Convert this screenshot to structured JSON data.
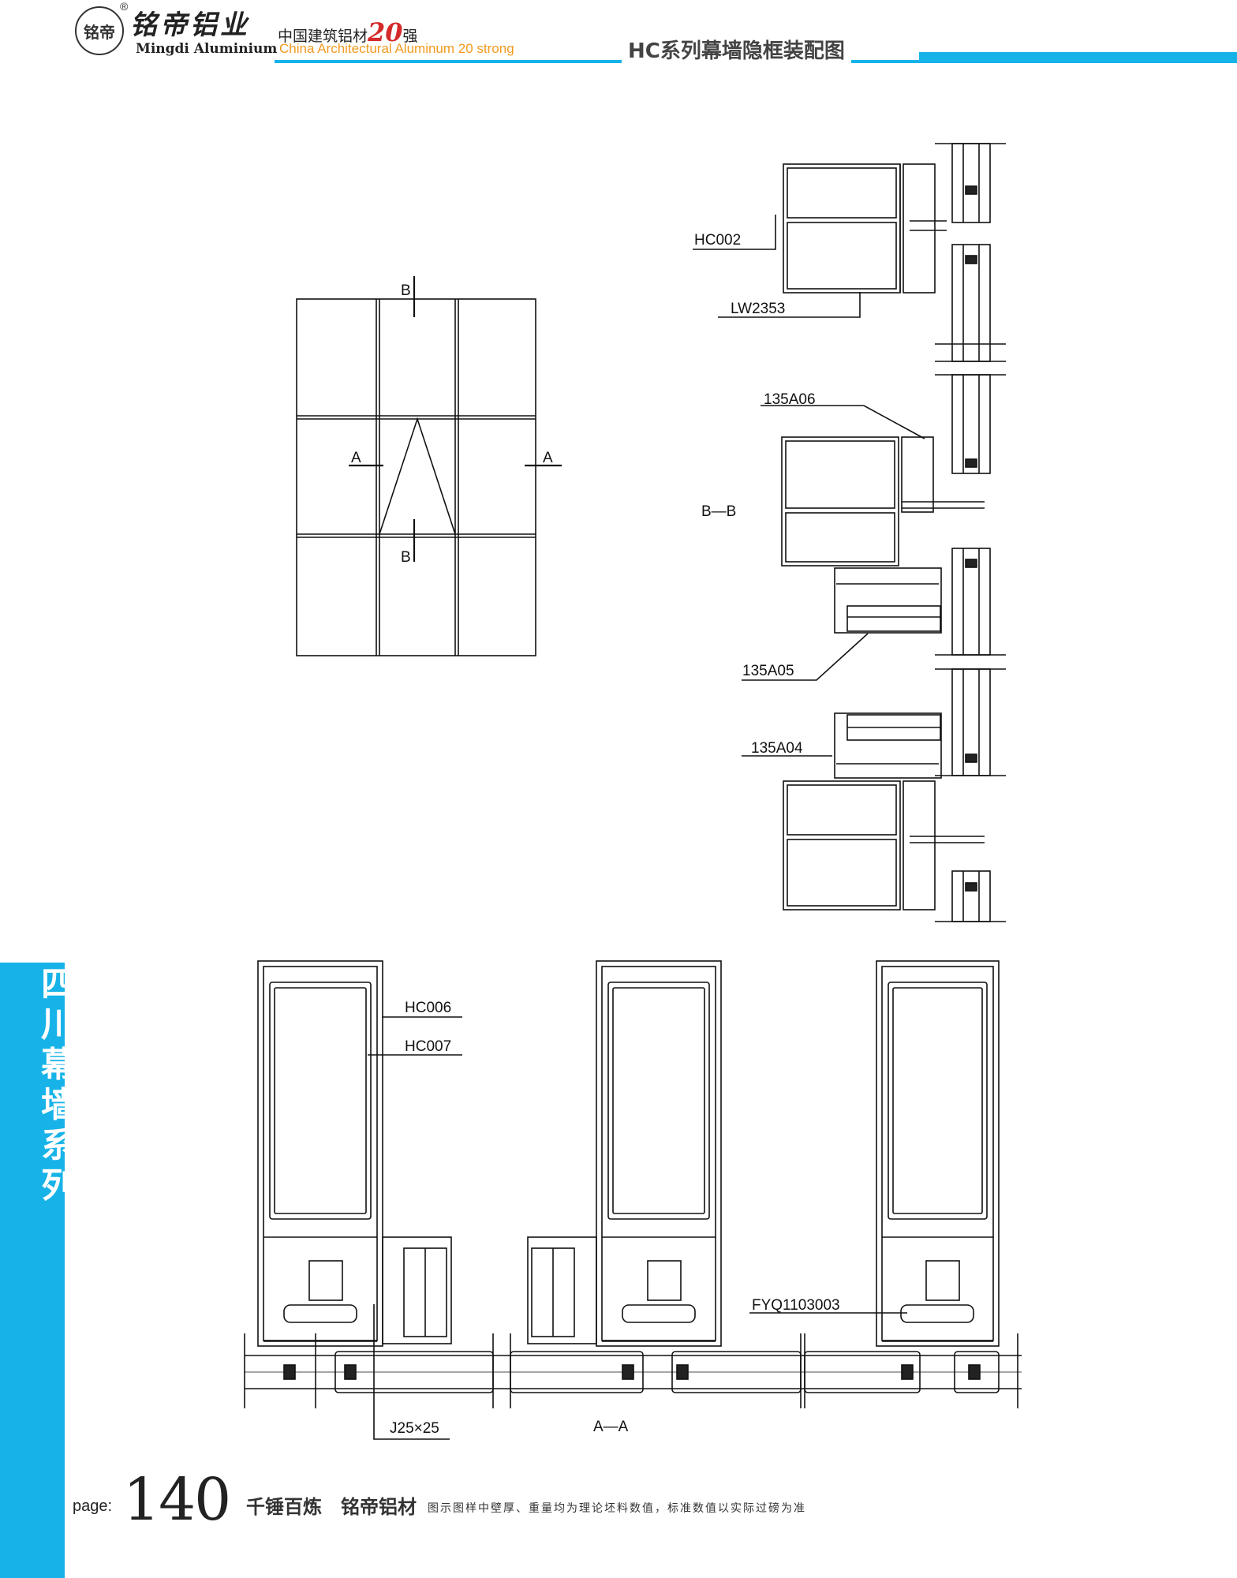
{
  "header": {
    "logo_mark": "铭帝",
    "registered": "®",
    "brand_cn": "铭帝铝业",
    "brand_en": "Mingdi Aluminium",
    "rank_cn_prefix": "中国建筑铝材",
    "rank_number": "20",
    "rank_cn_suffix": "强",
    "rank_en": "China Architectural Aluminum 20 strong",
    "page_title": "HC系列幕墙隐框装配图",
    "accent_color": "#17b3e8"
  },
  "side_tab": {
    "text": "四川幕墙系列"
  },
  "elevation": {
    "cut_b_top": "B",
    "cut_b_bottom": "B",
    "cut_a_left": "A",
    "cut_a_right": "A"
  },
  "section_bb": {
    "title": "B—B",
    "labels": [
      "HC002",
      "LW2353",
      "135A06",
      "135A05",
      "135A04"
    ]
  },
  "section_aa": {
    "title": "A—A",
    "labels": [
      "HC006",
      "HC007",
      "FYQ1103003",
      "J25×25"
    ]
  },
  "footer": {
    "page_label": "page:",
    "page_number": "140",
    "slogan1": "千锤百炼",
    "slogan2": "铭帝铝材",
    "note": "图示图样中壁厚、重量均为理论坯料数值，标准数值以实际过磅为准"
  }
}
